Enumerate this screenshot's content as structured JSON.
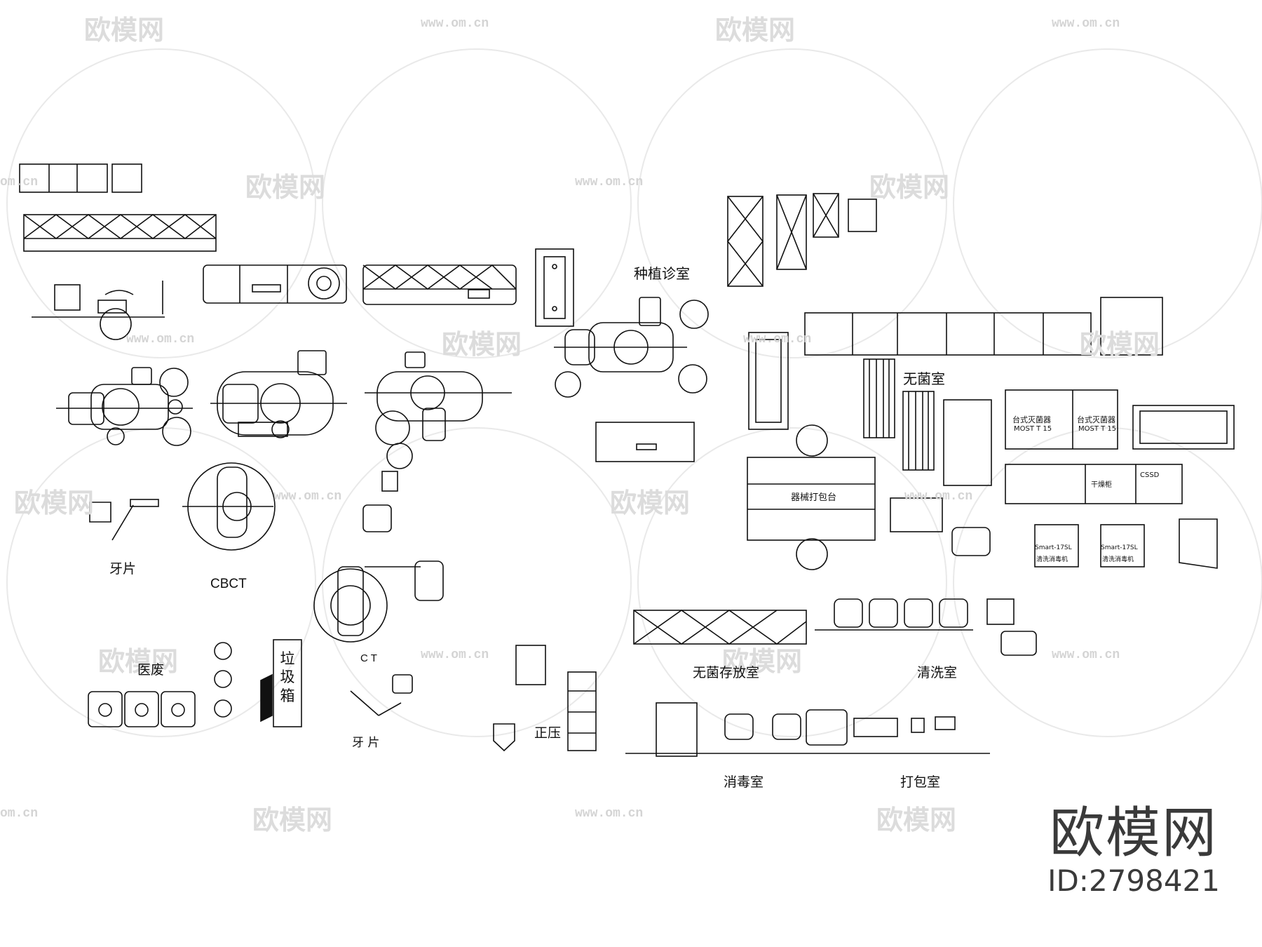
{
  "watermark": {
    "logo_text": "欧模网",
    "url_text": "www.om.cn",
    "url_short": "om.cn"
  },
  "labels": {
    "implant_room": "种植诊室",
    "sterile_room": "无菌室",
    "instrument_packing_table": "器械打包台",
    "sterile_storage": "无菌存放室",
    "cleaning_room": "清洗室",
    "disinfection_room": "消毒室",
    "packing_room": "打包室",
    "medical_waste": "医废",
    "cbct": "CBCT",
    "ct": "C T",
    "dental_film_1": "牙片",
    "dental_film_2": "牙 片",
    "positive_pressure": "正压",
    "trash_box": [
      "垃",
      "圾",
      "箱"
    ]
  },
  "equipment": {
    "benchtop_sterilizer": "台式灭菌器",
    "model_most_t": "MOST T 15",
    "model_smart": "Smart-17SL",
    "washer": "清洗消毒机",
    "dry_cabinet": "干燥柜",
    "cssd": "CSSD"
  },
  "brand": {
    "logo": "欧模网",
    "id": "ID:2798421"
  }
}
